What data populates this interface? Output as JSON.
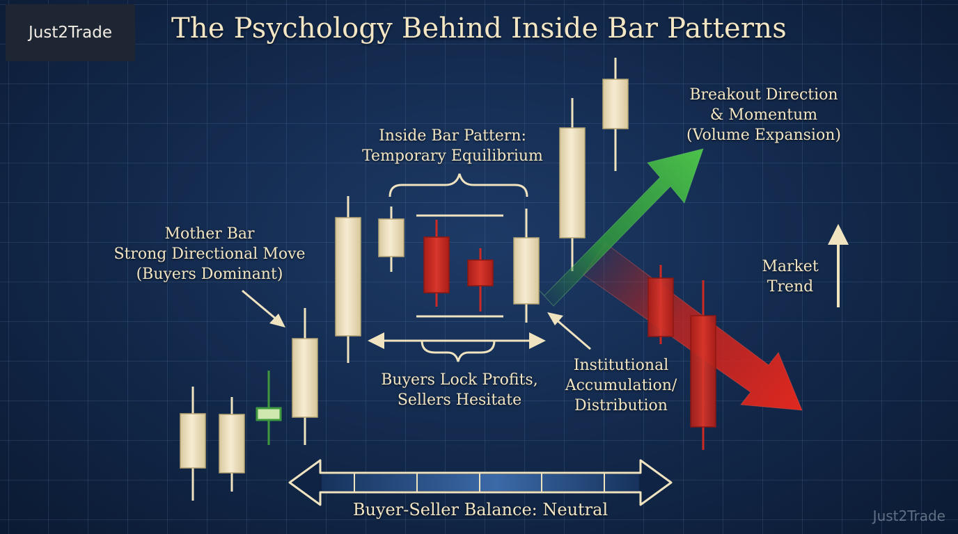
{
  "brand": {
    "logo_text": "Just2Trade",
    "watermark_text": "Just2Trade"
  },
  "title": "The Psychology Behind Inside Bar Patterns",
  "labels": {
    "mother_bar": [
      "Mother Bar",
      "Strong Directional Move",
      "(Buyers Dominant)"
    ],
    "inside_bar": [
      "Inside Bar Pattern:",
      "Temporary Equilibrium"
    ],
    "breakout": [
      "Breakout Direction",
      "& Momentum",
      "(Volume Expansion)"
    ],
    "market_trend": [
      "Market",
      "Trend"
    ],
    "buyers_lock": [
      "Buyers Lock Profits,",
      "Sellers Hesitate"
    ],
    "institutional": [
      "Institutional",
      "Accumulation/",
      "Distribution"
    ],
    "balance": "Buyer-Seller Balance: Neutral"
  },
  "candles": [
    {
      "id": "c1",
      "color": "cream"
    },
    {
      "id": "c2",
      "color": "cream"
    },
    {
      "id": "c3",
      "color": "green"
    },
    {
      "id": "c4-mother-bar",
      "color": "cream"
    },
    {
      "id": "c5",
      "color": "cream"
    },
    {
      "id": "c6",
      "color": "cream"
    },
    {
      "id": "c7",
      "color": "red"
    },
    {
      "id": "c8",
      "color": "red"
    },
    {
      "id": "c9",
      "color": "cream"
    },
    {
      "id": "c10",
      "color": "cream"
    },
    {
      "id": "c11",
      "color": "cream"
    },
    {
      "id": "c12",
      "color": "red"
    },
    {
      "id": "c13",
      "color": "red"
    }
  ],
  "colors": {
    "cream": "#efe3c0",
    "green": "#3f9a3f",
    "red": "#cc2a22",
    "label": "#f3e6c4",
    "bullish_arrow": "#3db33d",
    "bearish_arrow": "#d8261f"
  }
}
